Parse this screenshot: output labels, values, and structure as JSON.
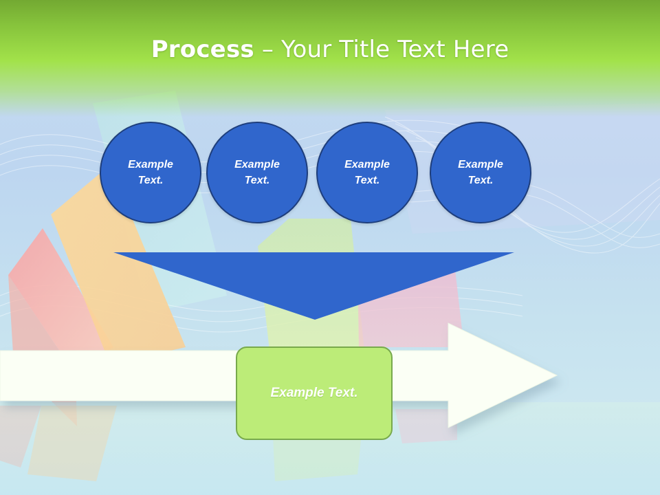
{
  "slide": {
    "title_strong": "Process",
    "title_rest": " – Your Title Text Here"
  },
  "process": {
    "steps": [
      {
        "label": "Example Text."
      },
      {
        "label": "Example Text."
      },
      {
        "label": "Example Text."
      },
      {
        "label": "Example Text."
      }
    ],
    "result": {
      "label": "Example Text."
    }
  },
  "colors": {
    "header_green": "#a2e24a",
    "node_blue": "#3066cc",
    "node_border": "#1e3e7c",
    "funnel_blue": "#3066cc",
    "result_green": "#bcec78",
    "arrow_white": "#fbfff5"
  }
}
